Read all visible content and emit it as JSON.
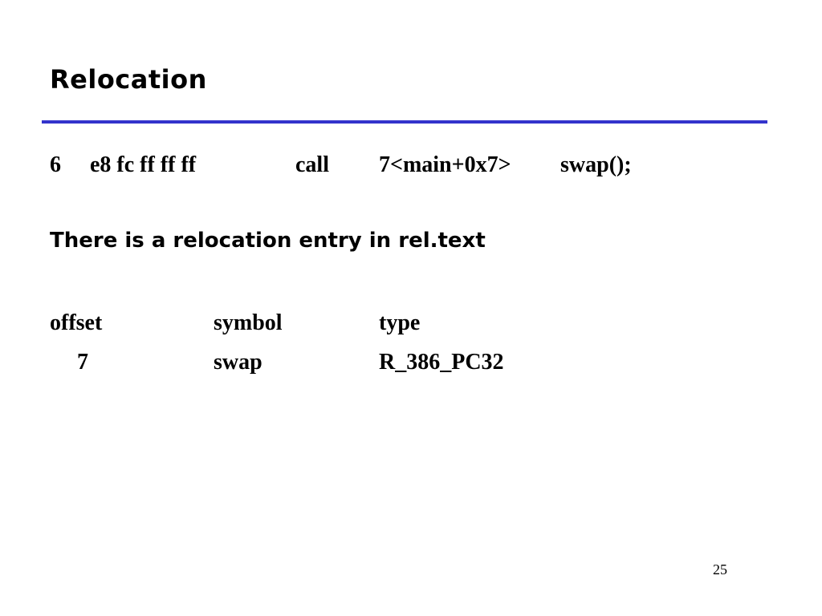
{
  "slide": {
    "title": "Relocation",
    "page_number": "25"
  },
  "disassembly": {
    "line_number": "6",
    "bytes": "e8 fc ff ff ff",
    "mnemonic": "call",
    "target": "7<main+0x7>",
    "source": "swap();"
  },
  "note": "There is a relocation entry in rel.text",
  "relocation_table": {
    "headers": [
      "offset",
      "symbol",
      "type"
    ],
    "rows": [
      [
        "7",
        "swap",
        "R_386_PC32"
      ]
    ]
  },
  "colors": {
    "rule": "#3333cc",
    "text": "#000000",
    "background": "#ffffff"
  }
}
